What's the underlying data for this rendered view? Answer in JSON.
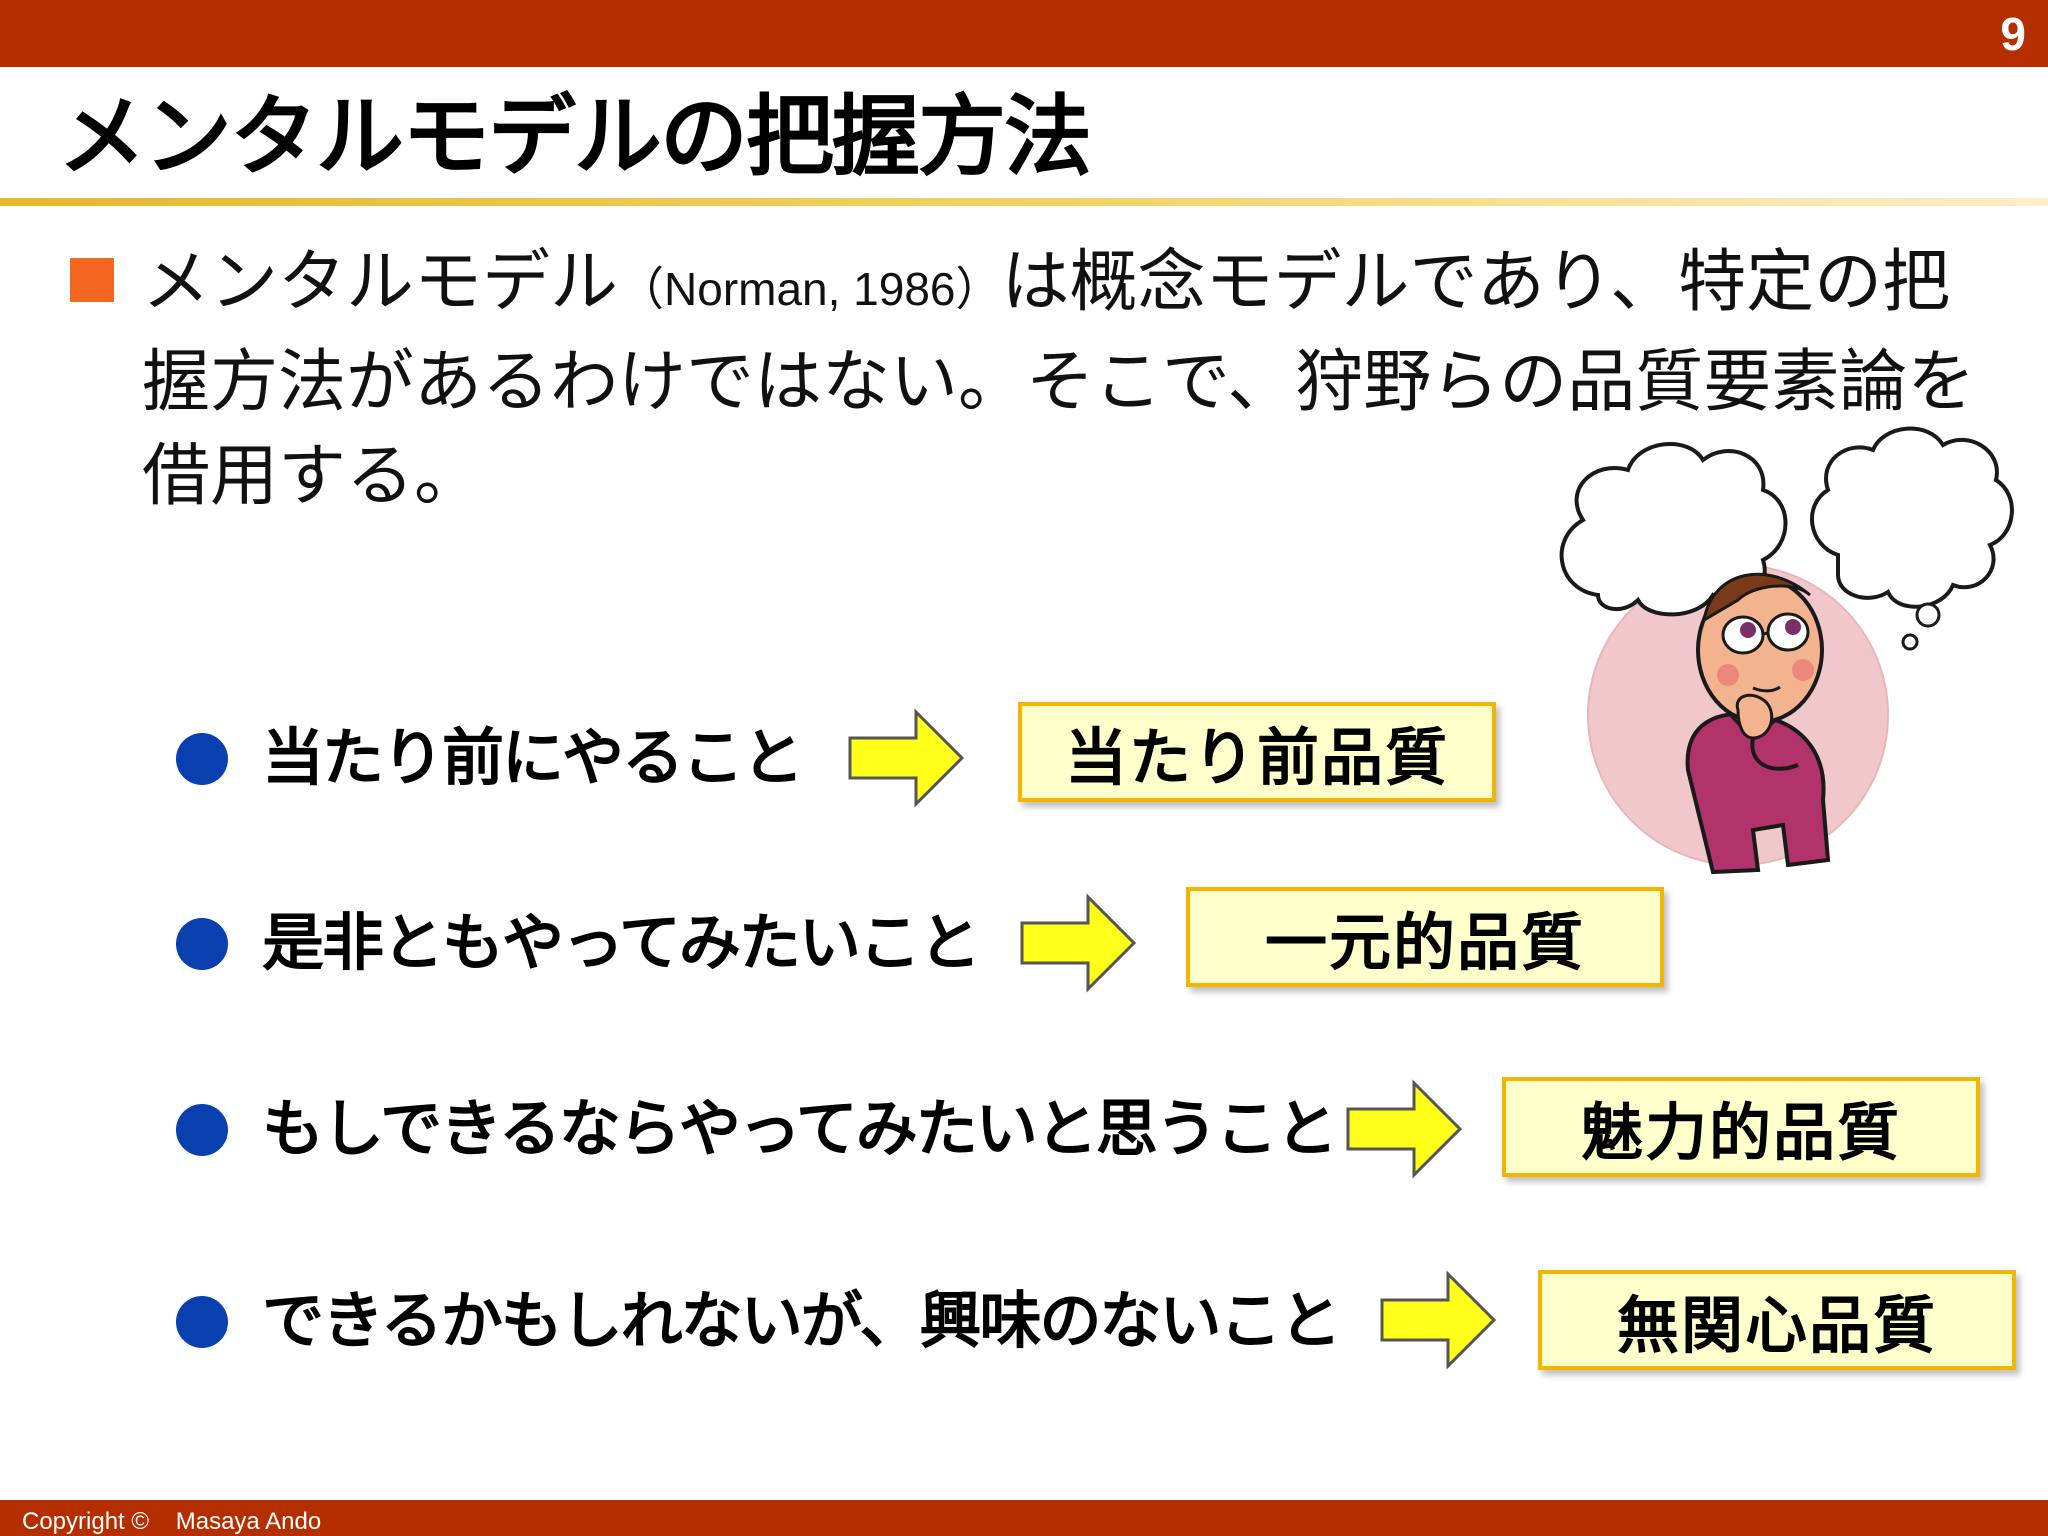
{
  "slide": {
    "page_number": "9",
    "title": "メンタルモデルの把握方法",
    "body": {
      "text_before": "メンタルモデル",
      "citation": "（Norman, 1986）",
      "text_after": "は概念モデルであり、特定の把握方法があるわけではない。そこで、狩野らの品質要素論を借用する。"
    },
    "items": [
      {
        "text": "当たり前にやること",
        "quality": "当たり前品質"
      },
      {
        "text": "是非ともやってみたいこと",
        "quality": "一元的品質"
      },
      {
        "text": "もしできるならやってみたいと思うこと",
        "quality": "魅力的品質"
      },
      {
        "text": "できるかもしれないが、興味のないこと",
        "quality": "無関心品質"
      }
    ],
    "footer": {
      "copyright": "Copyright ©    Masaya Ando"
    },
    "colors": {
      "header_bar": "#b52e00",
      "title_rule": "#e7b72b",
      "bullet_square": "#f2661f",
      "item_dot": "#0a3fb0",
      "arrow_fill": "#ffff1a",
      "box_fill": "#ffffcc",
      "box_border": "#f2b600"
    },
    "illustration": {
      "icon": "thinking-man-illustration"
    }
  }
}
